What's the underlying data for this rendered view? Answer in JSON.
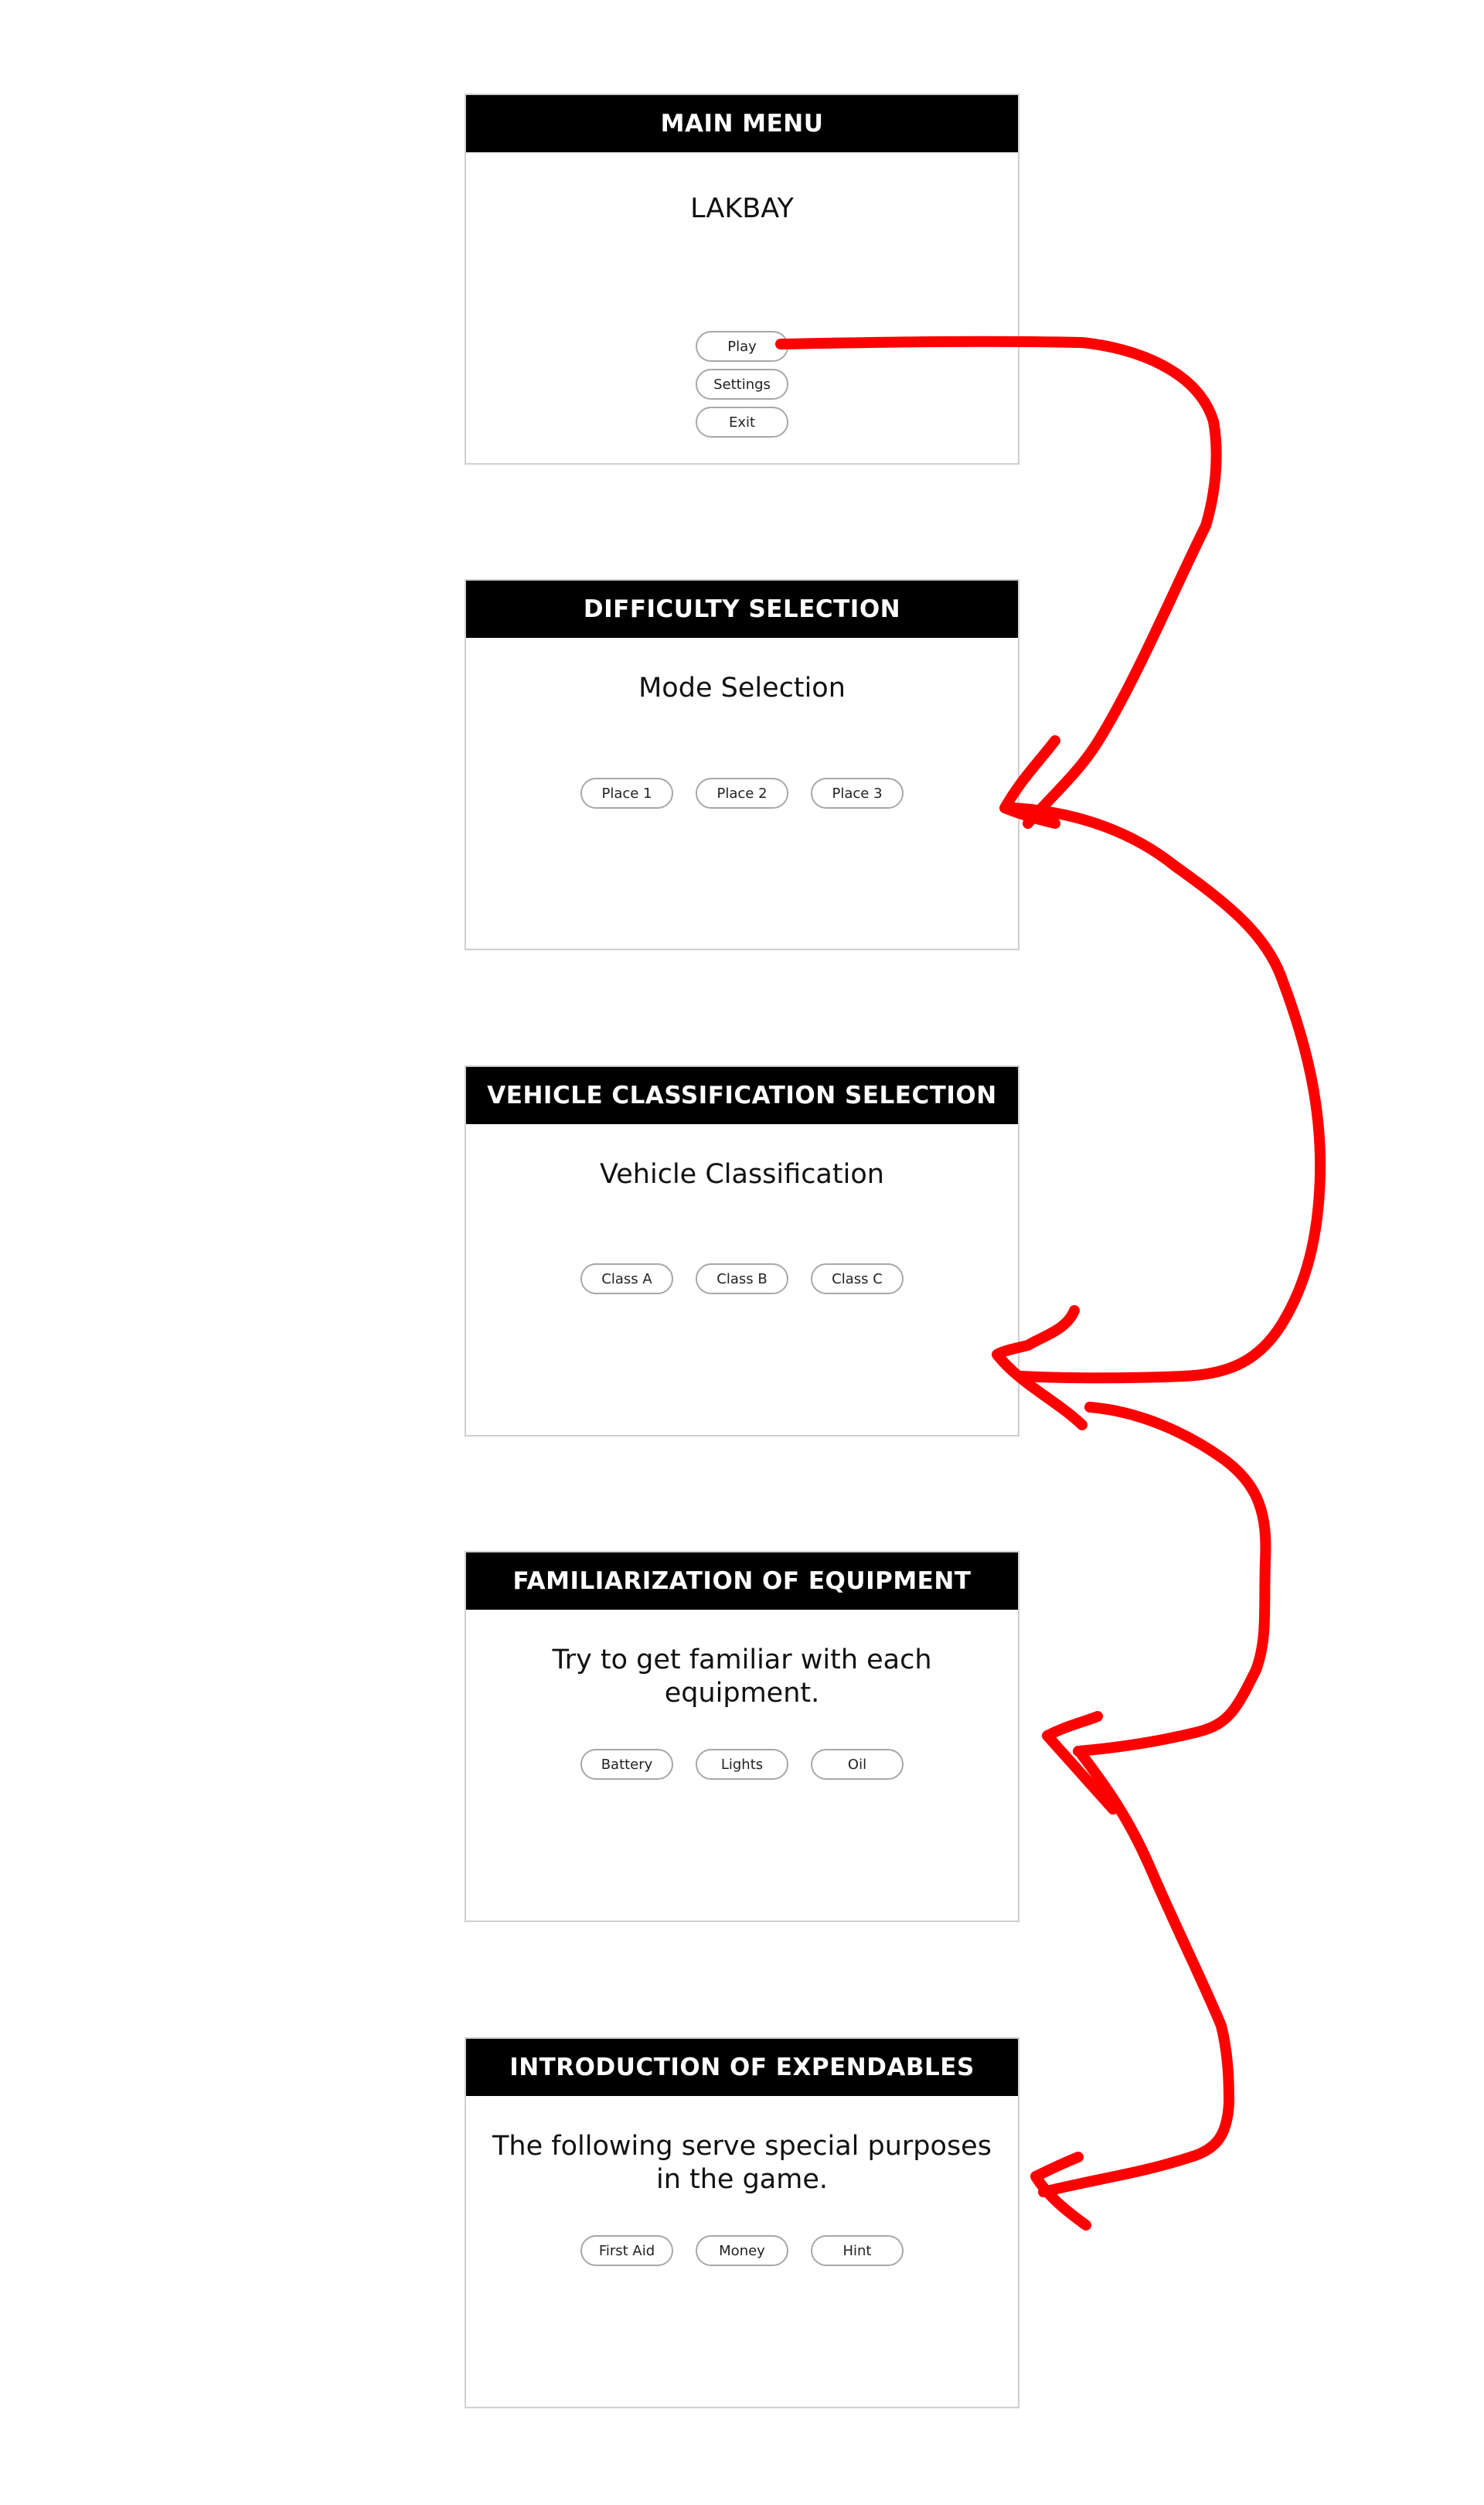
{
  "screens": {
    "main_menu": {
      "title": "MAIN MENU",
      "heading": "LAKBAY",
      "buttons": [
        "Play",
        "Settings",
        "Exit"
      ]
    },
    "difficulty": {
      "title": "DIFFICULTY SELECTION",
      "heading": "Mode Selection",
      "buttons": [
        "Place 1",
        "Place 2",
        "Place 3"
      ]
    },
    "vehicle": {
      "title": "VEHICLE CLASSIFICATION SELECTION",
      "heading": "Vehicle Classification",
      "buttons": [
        "Class A",
        "Class B",
        "Class C"
      ]
    },
    "equipment": {
      "title": "FAMILIARIZATION OF EQUIPMENT",
      "heading": "Try to get familiar with each equipment.",
      "buttons": [
        "Battery",
        "Lights",
        "Oil"
      ]
    },
    "expendables": {
      "title": "INTRODUCTION OF EXPENDABLES",
      "heading": "The following serve special purposes in the game.",
      "buttons": [
        "First Aid",
        "Money",
        "Hint"
      ]
    }
  },
  "colors": {
    "header_bg": "#000000",
    "header_text": "#ffffff",
    "flow_arrow": "#ff0000",
    "frame_border": "#cfcfcf",
    "button_border": "#a8a8a8"
  }
}
